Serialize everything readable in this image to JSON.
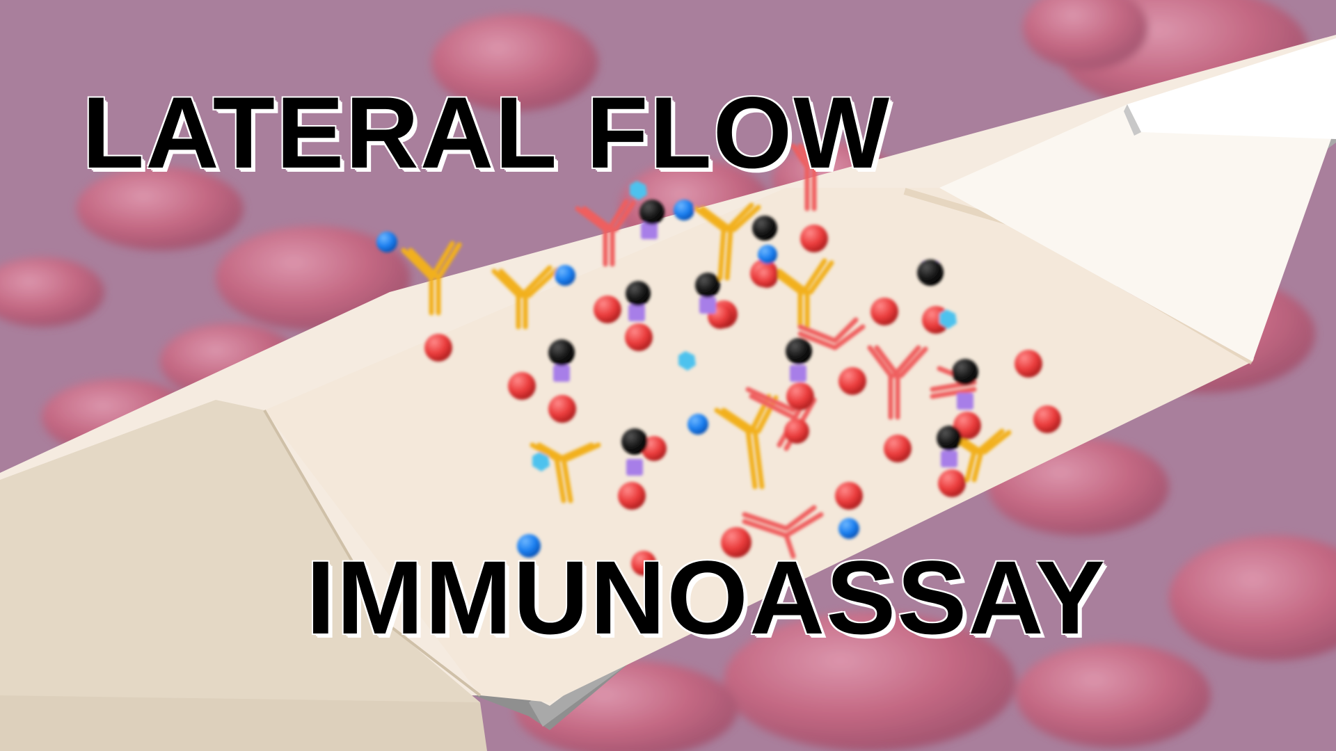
{
  "title": {
    "line1": "LATERAL FLOW",
    "line2": "IMMUNOASSAY"
  },
  "colors": {
    "background": "#a97f9c",
    "blood_cell": "#c9657f",
    "strip_light": "#f5ebe0",
    "strip_pad": "#e4d8c5",
    "strip_edge": "#9b9b9b",
    "antibody_gold": "#f2b01e",
    "antibody_red": "#ef5e5e",
    "nanoparticle_red": "#ea3b3b",
    "analyte_black": "#161616",
    "linker_purple": "#a77ee8",
    "marker_blue": "#1a7ff0",
    "crystal_cyan": "#4ec2ee"
  },
  "illustration": {
    "subject": "lateral-flow-test-strip",
    "background": "red-blood-cells",
    "molecules": [
      "antibody-icon",
      "nanoparticle-icon",
      "analyte-icon",
      "crystal-icon"
    ]
  }
}
